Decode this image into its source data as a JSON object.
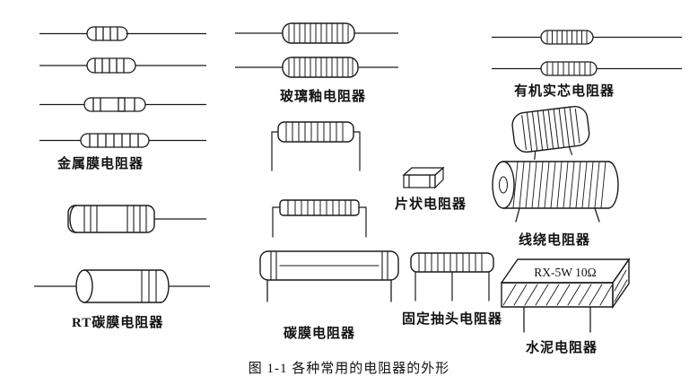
{
  "figure": {
    "caption": "图 1-1  各种常用的电阻器的外形"
  },
  "groups": {
    "metal_film": {
      "label": "金属膜电阻器"
    },
    "glass_glaze": {
      "label": "玻璃釉电阻器"
    },
    "organic_solid": {
      "label": "有机实芯电阻器"
    },
    "rt_carbon_film": {
      "label": "RT碳膜电阻器"
    },
    "chip": {
      "label": "片状电阻器"
    },
    "carbon_film": {
      "label": "碳膜电阻器"
    },
    "wirewound": {
      "label": "线绕电阻器"
    },
    "fixed_tap": {
      "label": "固定抽头电阻器"
    },
    "cement": {
      "label": "水泥电阻器",
      "marking": "RX-5W 10Ω"
    }
  },
  "colors": {
    "ink": "#1a1a1a",
    "background": "#ffffff"
  }
}
